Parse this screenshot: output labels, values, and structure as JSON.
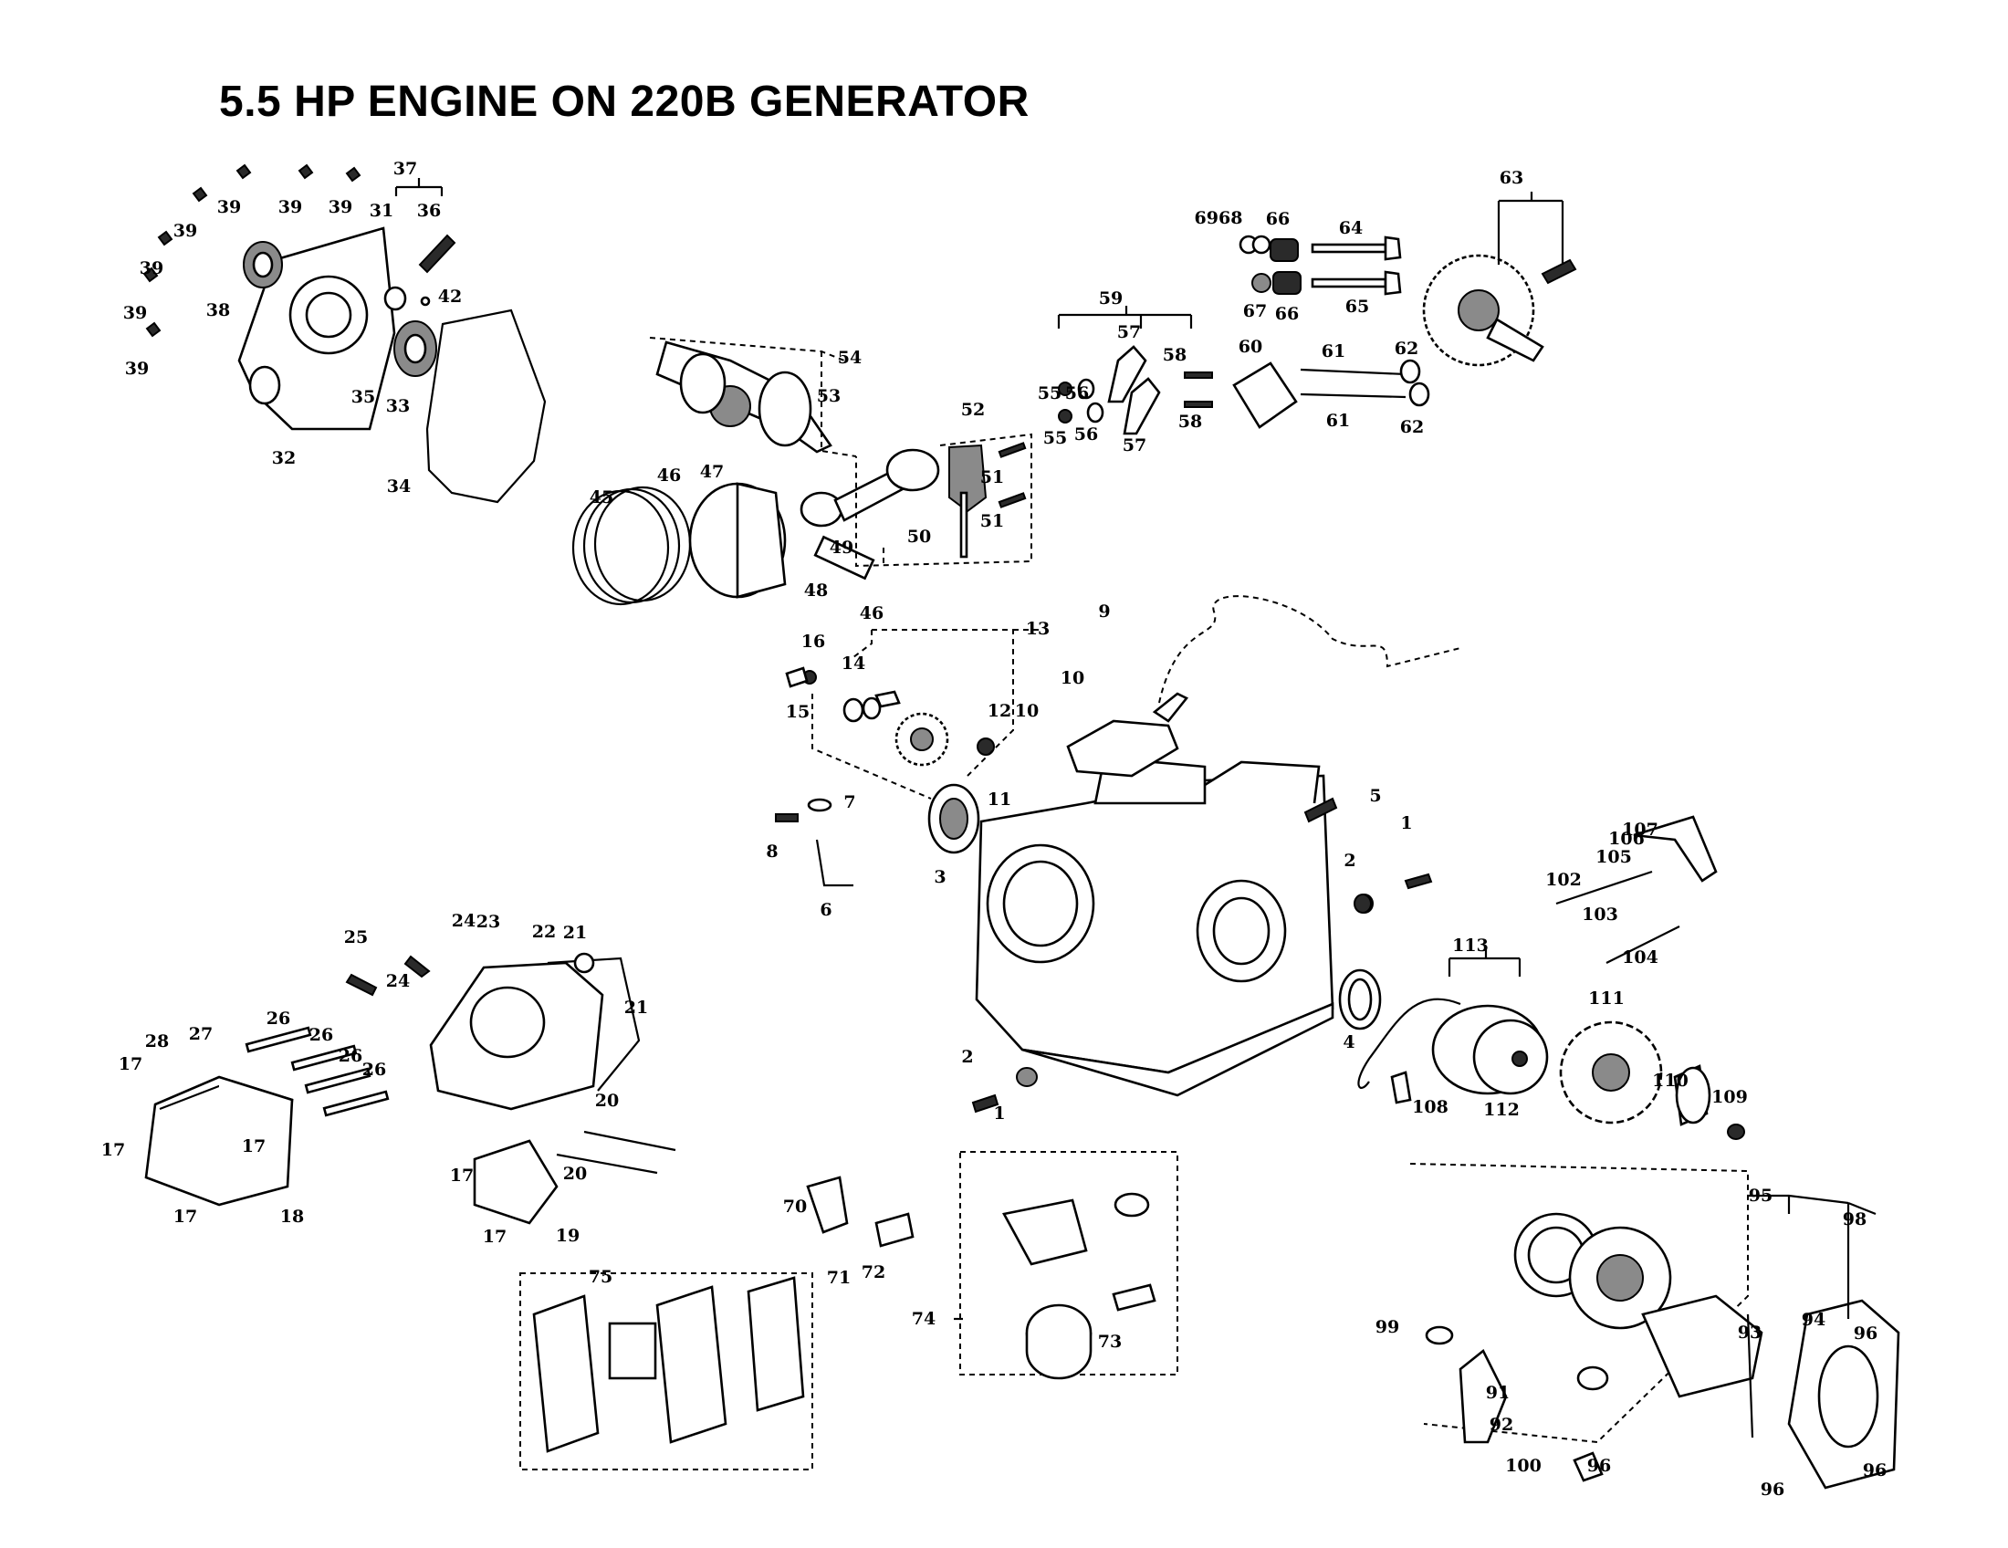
{
  "title": "5.5 HP ENGINE ON 220B GENERATOR",
  "labels": [
    {
      "id": "p1a",
      "text": "1"
    },
    {
      "id": "p1b",
      "text": "1"
    },
    {
      "id": "p2a",
      "text": "2"
    },
    {
      "id": "p2b",
      "text": "2"
    },
    {
      "id": "p3",
      "text": "3"
    },
    {
      "id": "p4",
      "text": "4"
    },
    {
      "id": "p5",
      "text": "5"
    },
    {
      "id": "p6",
      "text": "6"
    },
    {
      "id": "p7",
      "text": "7"
    },
    {
      "id": "p8",
      "text": "8"
    },
    {
      "id": "p9",
      "text": "9"
    },
    {
      "id": "p10a",
      "text": "10"
    },
    {
      "id": "p10b",
      "text": "10"
    },
    {
      "id": "p11",
      "text": "11"
    },
    {
      "id": "p12",
      "text": "12"
    },
    {
      "id": "p13",
      "text": "13"
    },
    {
      "id": "p14",
      "text": "14"
    },
    {
      "id": "p15",
      "text": "15"
    },
    {
      "id": "p16",
      "text": "16"
    },
    {
      "id": "p17a",
      "text": "17"
    },
    {
      "id": "p17b",
      "text": "17"
    },
    {
      "id": "p17c",
      "text": "17"
    },
    {
      "id": "p17d",
      "text": "17"
    },
    {
      "id": "p17e",
      "text": "17"
    },
    {
      "id": "p17f",
      "text": "17"
    },
    {
      "id": "p18",
      "text": "18"
    },
    {
      "id": "p19",
      "text": "19"
    },
    {
      "id": "p20a",
      "text": "20"
    },
    {
      "id": "p20b",
      "text": "20"
    },
    {
      "id": "p21a",
      "text": "21"
    },
    {
      "id": "p21b",
      "text": "21"
    },
    {
      "id": "p22",
      "text": "22"
    },
    {
      "id": "p23",
      "text": "23"
    },
    {
      "id": "p24a",
      "text": "24"
    },
    {
      "id": "p24b",
      "text": "24"
    },
    {
      "id": "p25",
      "text": "25"
    },
    {
      "id": "p26a",
      "text": "26"
    },
    {
      "id": "p26b",
      "text": "26"
    },
    {
      "id": "p26c",
      "text": "26"
    },
    {
      "id": "p26d",
      "text": "26"
    },
    {
      "id": "p27",
      "text": "27"
    },
    {
      "id": "p28",
      "text": "28"
    },
    {
      "id": "p31",
      "text": "31"
    },
    {
      "id": "p32",
      "text": "32"
    },
    {
      "id": "p33",
      "text": "33"
    },
    {
      "id": "p34",
      "text": "34"
    },
    {
      "id": "p35",
      "text": "35"
    },
    {
      "id": "p36",
      "text": "36"
    },
    {
      "id": "p37",
      "text": "37"
    },
    {
      "id": "p38",
      "text": "38"
    },
    {
      "id": "p39a",
      "text": "39"
    },
    {
      "id": "p39b",
      "text": "39"
    },
    {
      "id": "p39c",
      "text": "39"
    },
    {
      "id": "p39d",
      "text": "39"
    },
    {
      "id": "p39e",
      "text": "39"
    },
    {
      "id": "p39f",
      "text": "39"
    },
    {
      "id": "p39g",
      "text": "39"
    },
    {
      "id": "p42",
      "text": "42"
    },
    {
      "id": "p45",
      "text": "45"
    },
    {
      "id": "p46a",
      "text": "46"
    },
    {
      "id": "p46b",
      "text": "46"
    },
    {
      "id": "p47",
      "text": "47"
    },
    {
      "id": "p48",
      "text": "48"
    },
    {
      "id": "p49",
      "text": "49"
    },
    {
      "id": "p50",
      "text": "50"
    },
    {
      "id": "p51a",
      "text": "51"
    },
    {
      "id": "p51b",
      "text": "51"
    },
    {
      "id": "p52",
      "text": "52"
    },
    {
      "id": "p53",
      "text": "53"
    },
    {
      "id": "p54",
      "text": "54"
    },
    {
      "id": "p55a",
      "text": "55"
    },
    {
      "id": "p55b",
      "text": "55"
    },
    {
      "id": "p56a",
      "text": "56"
    },
    {
      "id": "p56b",
      "text": "56"
    },
    {
      "id": "p57a",
      "text": "57"
    },
    {
      "id": "p57b",
      "text": "57"
    },
    {
      "id": "p58a",
      "text": "58"
    },
    {
      "id": "p58b",
      "text": "58"
    },
    {
      "id": "p59",
      "text": "59"
    },
    {
      "id": "p60",
      "text": "60"
    },
    {
      "id": "p61a",
      "text": "61"
    },
    {
      "id": "p61b",
      "text": "61"
    },
    {
      "id": "p62a",
      "text": "62"
    },
    {
      "id": "p62b",
      "text": "62"
    },
    {
      "id": "p63",
      "text": "63"
    },
    {
      "id": "p64",
      "text": "64"
    },
    {
      "id": "p65",
      "text": "65"
    },
    {
      "id": "p66a",
      "text": "66"
    },
    {
      "id": "p66b",
      "text": "66"
    },
    {
      "id": "p67",
      "text": "67"
    },
    {
      "id": "p6968",
      "text": "6968"
    },
    {
      "id": "p70",
      "text": "70"
    },
    {
      "id": "p71",
      "text": "71"
    },
    {
      "id": "p72",
      "text": "72"
    },
    {
      "id": "p73",
      "text": "73"
    },
    {
      "id": "p74",
      "text": "74"
    },
    {
      "id": "p75",
      "text": "75"
    },
    {
      "id": "p91",
      "text": "91"
    },
    {
      "id": "p92",
      "text": "92"
    },
    {
      "id": "p93",
      "text": "93"
    },
    {
      "id": "p94",
      "text": "94"
    },
    {
      "id": "p95",
      "text": "95"
    },
    {
      "id": "p96a",
      "text": "96"
    },
    {
      "id": "p96b",
      "text": "96"
    },
    {
      "id": "p96c",
      "text": "96"
    },
    {
      "id": "p96d",
      "text": "96"
    },
    {
      "id": "p98",
      "text": "98"
    },
    {
      "id": "p99",
      "text": "99"
    },
    {
      "id": "p100",
      "text": "100"
    },
    {
      "id": "p102",
      "text": "102"
    },
    {
      "id": "p103",
      "text": "103"
    },
    {
      "id": "p104",
      "text": "104"
    },
    {
      "id": "p105",
      "text": "105"
    },
    {
      "id": "p106",
      "text": "106"
    },
    {
      "id": "p107",
      "text": "107"
    },
    {
      "id": "p108",
      "text": "108"
    },
    {
      "id": "p109",
      "text": "109"
    },
    {
      "id": "p110",
      "text": "110"
    },
    {
      "id": "p111",
      "text": "111"
    },
    {
      "id": "p112",
      "text": "112"
    },
    {
      "id": "p113",
      "text": "113"
    }
  ]
}
